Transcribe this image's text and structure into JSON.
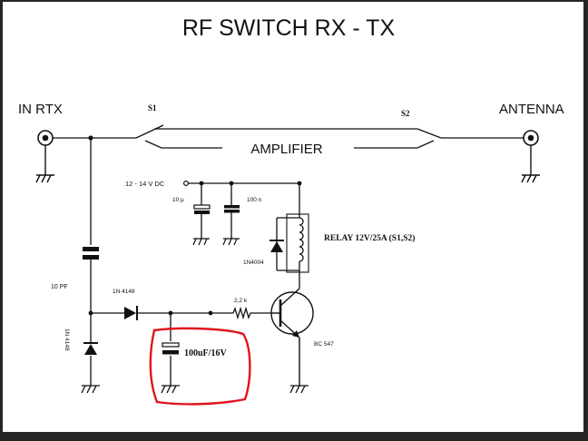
{
  "diagram": {
    "title": "RF  SWITCH    RX - TX",
    "labels": {
      "in_rtx": "IN  RTX",
      "antenna": "ANTENNA",
      "s1": "S1",
      "s2": "S2",
      "amplifier": "AMPLIFIER",
      "supply": "12 - 14 V DC",
      "cap_10u": "10 µ",
      "cap_100n": "100 n",
      "relay": "RELAY 12V/25A   (S1,S2)",
      "diode_1n4004": "1N4004",
      "cap_10pf": "10 PF",
      "diode_1n4148_top": "1N 4148",
      "diode_1n4148_side": "1N 4148",
      "resistor": "2,2 k",
      "transistor": "BC 547",
      "cap_100uf": "100uF/16V"
    },
    "colors": {
      "background": "#ffffff",
      "ink": "#111111",
      "highlight": "#e0141e",
      "frame": "#262626"
    }
  }
}
